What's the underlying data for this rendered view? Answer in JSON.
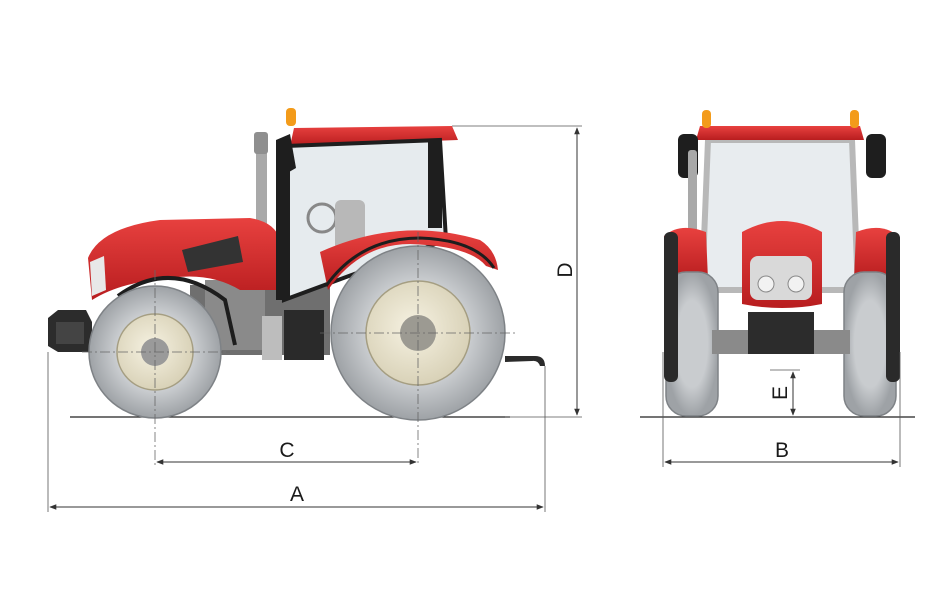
{
  "dimensions": {
    "a": "A",
    "b": "B",
    "c": "C",
    "d": "D",
    "e": "E"
  },
  "colors": {
    "body_red": "#d8282a",
    "tire": "#b9bcbf",
    "rim": "#e9e4cf",
    "cab_frame": "#1e1e1e"
  },
  "icons": [
    "tractor-side-view",
    "tractor-front-view"
  ]
}
